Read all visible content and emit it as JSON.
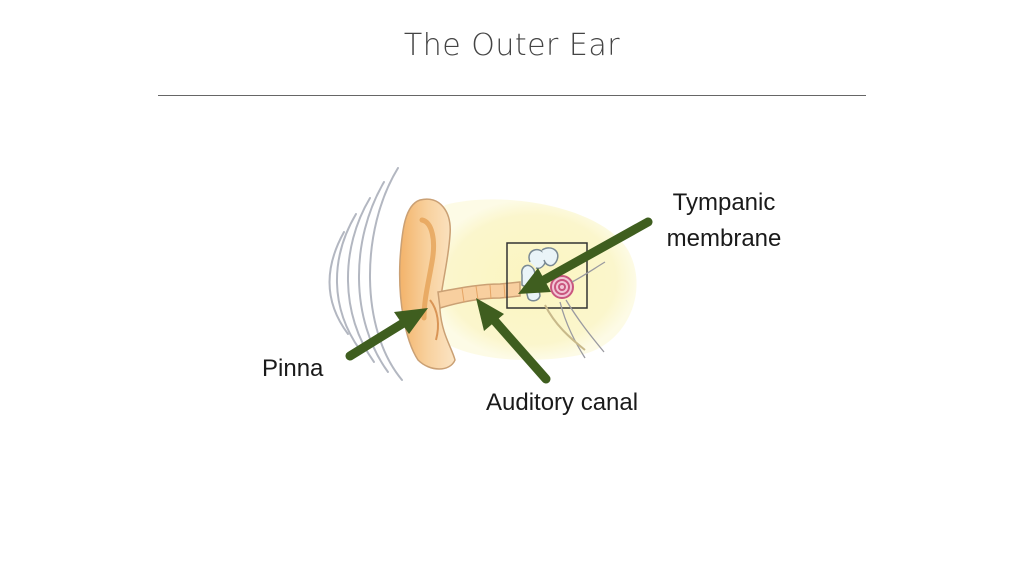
{
  "slide": {
    "title": "The Outer Ear"
  },
  "labels": {
    "pinna": "Pinna",
    "auditory_canal": "Auditory canal",
    "tympanic_line1": "Tympanic",
    "tympanic_line2": "membrane"
  },
  "colors": {
    "arrow": "#3f5e1f",
    "halo": "#fbf6c9",
    "ear_skin": "#f7c98e",
    "cochlea": "#c9557e",
    "sound_waves": "#9aa0ad",
    "rule": "#666666"
  }
}
